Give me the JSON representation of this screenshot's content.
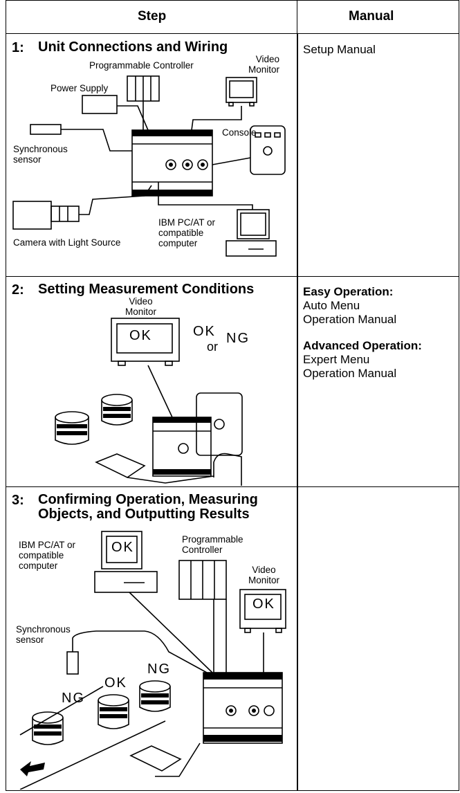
{
  "header": {
    "step": "Step",
    "manual": "Manual"
  },
  "steps": [
    {
      "num": "1:",
      "title": "Unit Connections and Wiring",
      "labels": {
        "plc": "Programmable Controller",
        "video": "Video\nMonitor",
        "power": "Power Supply",
        "console": "Console",
        "sync": "Synchronous\nsensor",
        "camera": "Camera with Light Source",
        "pc": "IBM PC/AT or\ncompatible\ncomputer"
      },
      "manual": {
        "line1": "Setup Manual"
      }
    },
    {
      "num": "2:",
      "title": "Setting Measurement Conditions",
      "labels": {
        "video": "Video\nMonitor",
        "ok_screen": "OK",
        "ok": "OK",
        "or": "or",
        "ng": "NG"
      },
      "manual": {
        "easy_head": "Easy Operation:",
        "easy_l1": "Auto Menu",
        "easy_l2": "Operation Manual",
        "adv_head": "Advanced Operation:",
        "adv_l1": "Expert Menu",
        "adv_l2": "Operation Manual"
      }
    },
    {
      "num": "3:",
      "title_l1": "Confirming Operation, Measuring",
      "title_l2": "Objects, and Outputting Results",
      "labels": {
        "pc": "IBM PC/AT or\ncompatible\ncomputer",
        "pc_screen": "OK",
        "plc": "Programmable\nController",
        "video": "Video\nMonitor",
        "video_screen": "OK",
        "sync": "Synchronous\nsensor",
        "ng_left": "NG",
        "ok_mid": "OK",
        "ng_right": "NG"
      }
    }
  ]
}
